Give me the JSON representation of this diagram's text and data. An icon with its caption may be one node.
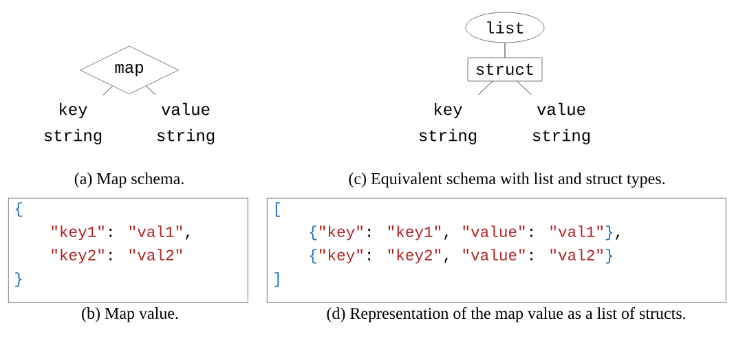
{
  "diagram": {
    "nodes": [
      {
        "text": [
          "map"
        ]
      },
      {
        "text": [
          "key",
          "string"
        ]
      },
      {
        "text": [
          "value",
          "string"
        ]
      },
      {
        "text": [
          "list"
        ]
      },
      {
        "text": [
          "struct"
        ]
      },
      {
        "text": [
          "key",
          "string"
        ]
      },
      {
        "text": [
          "value",
          "string"
        ]
      },
      {
        "text": [
          "{",
          "\"key1\": \"val1\",",
          "\"key2\": \"val2\"",
          "}"
        ]
      },
      {
        "text": [
          "[",
          "{\"key\": \"key1\", \"value\": \"val1\"},",
          "{\"key\": \"key2\", \"value\": \"val2\"}",
          "]"
        ]
      }
    ],
    "edges": [
      {
        "from": 0,
        "to": 1,
        "arrow": "none"
      },
      {
        "from": 0,
        "to": 2,
        "arrow": "none"
      },
      {
        "from": 3,
        "to": 4,
        "arrow": "none"
      },
      {
        "from": 4,
        "to": 5,
        "arrow": "none"
      },
      {
        "from": 4,
        "to": 6,
        "arrow": "none"
      }
    ],
    "labels": [
      "(a) Map schema.",
      "(c) Equivalent schema with list and struct types.",
      "(b) Map value.",
      "(d) Representation of the map value as a list of structs."
    ]
  }
}
